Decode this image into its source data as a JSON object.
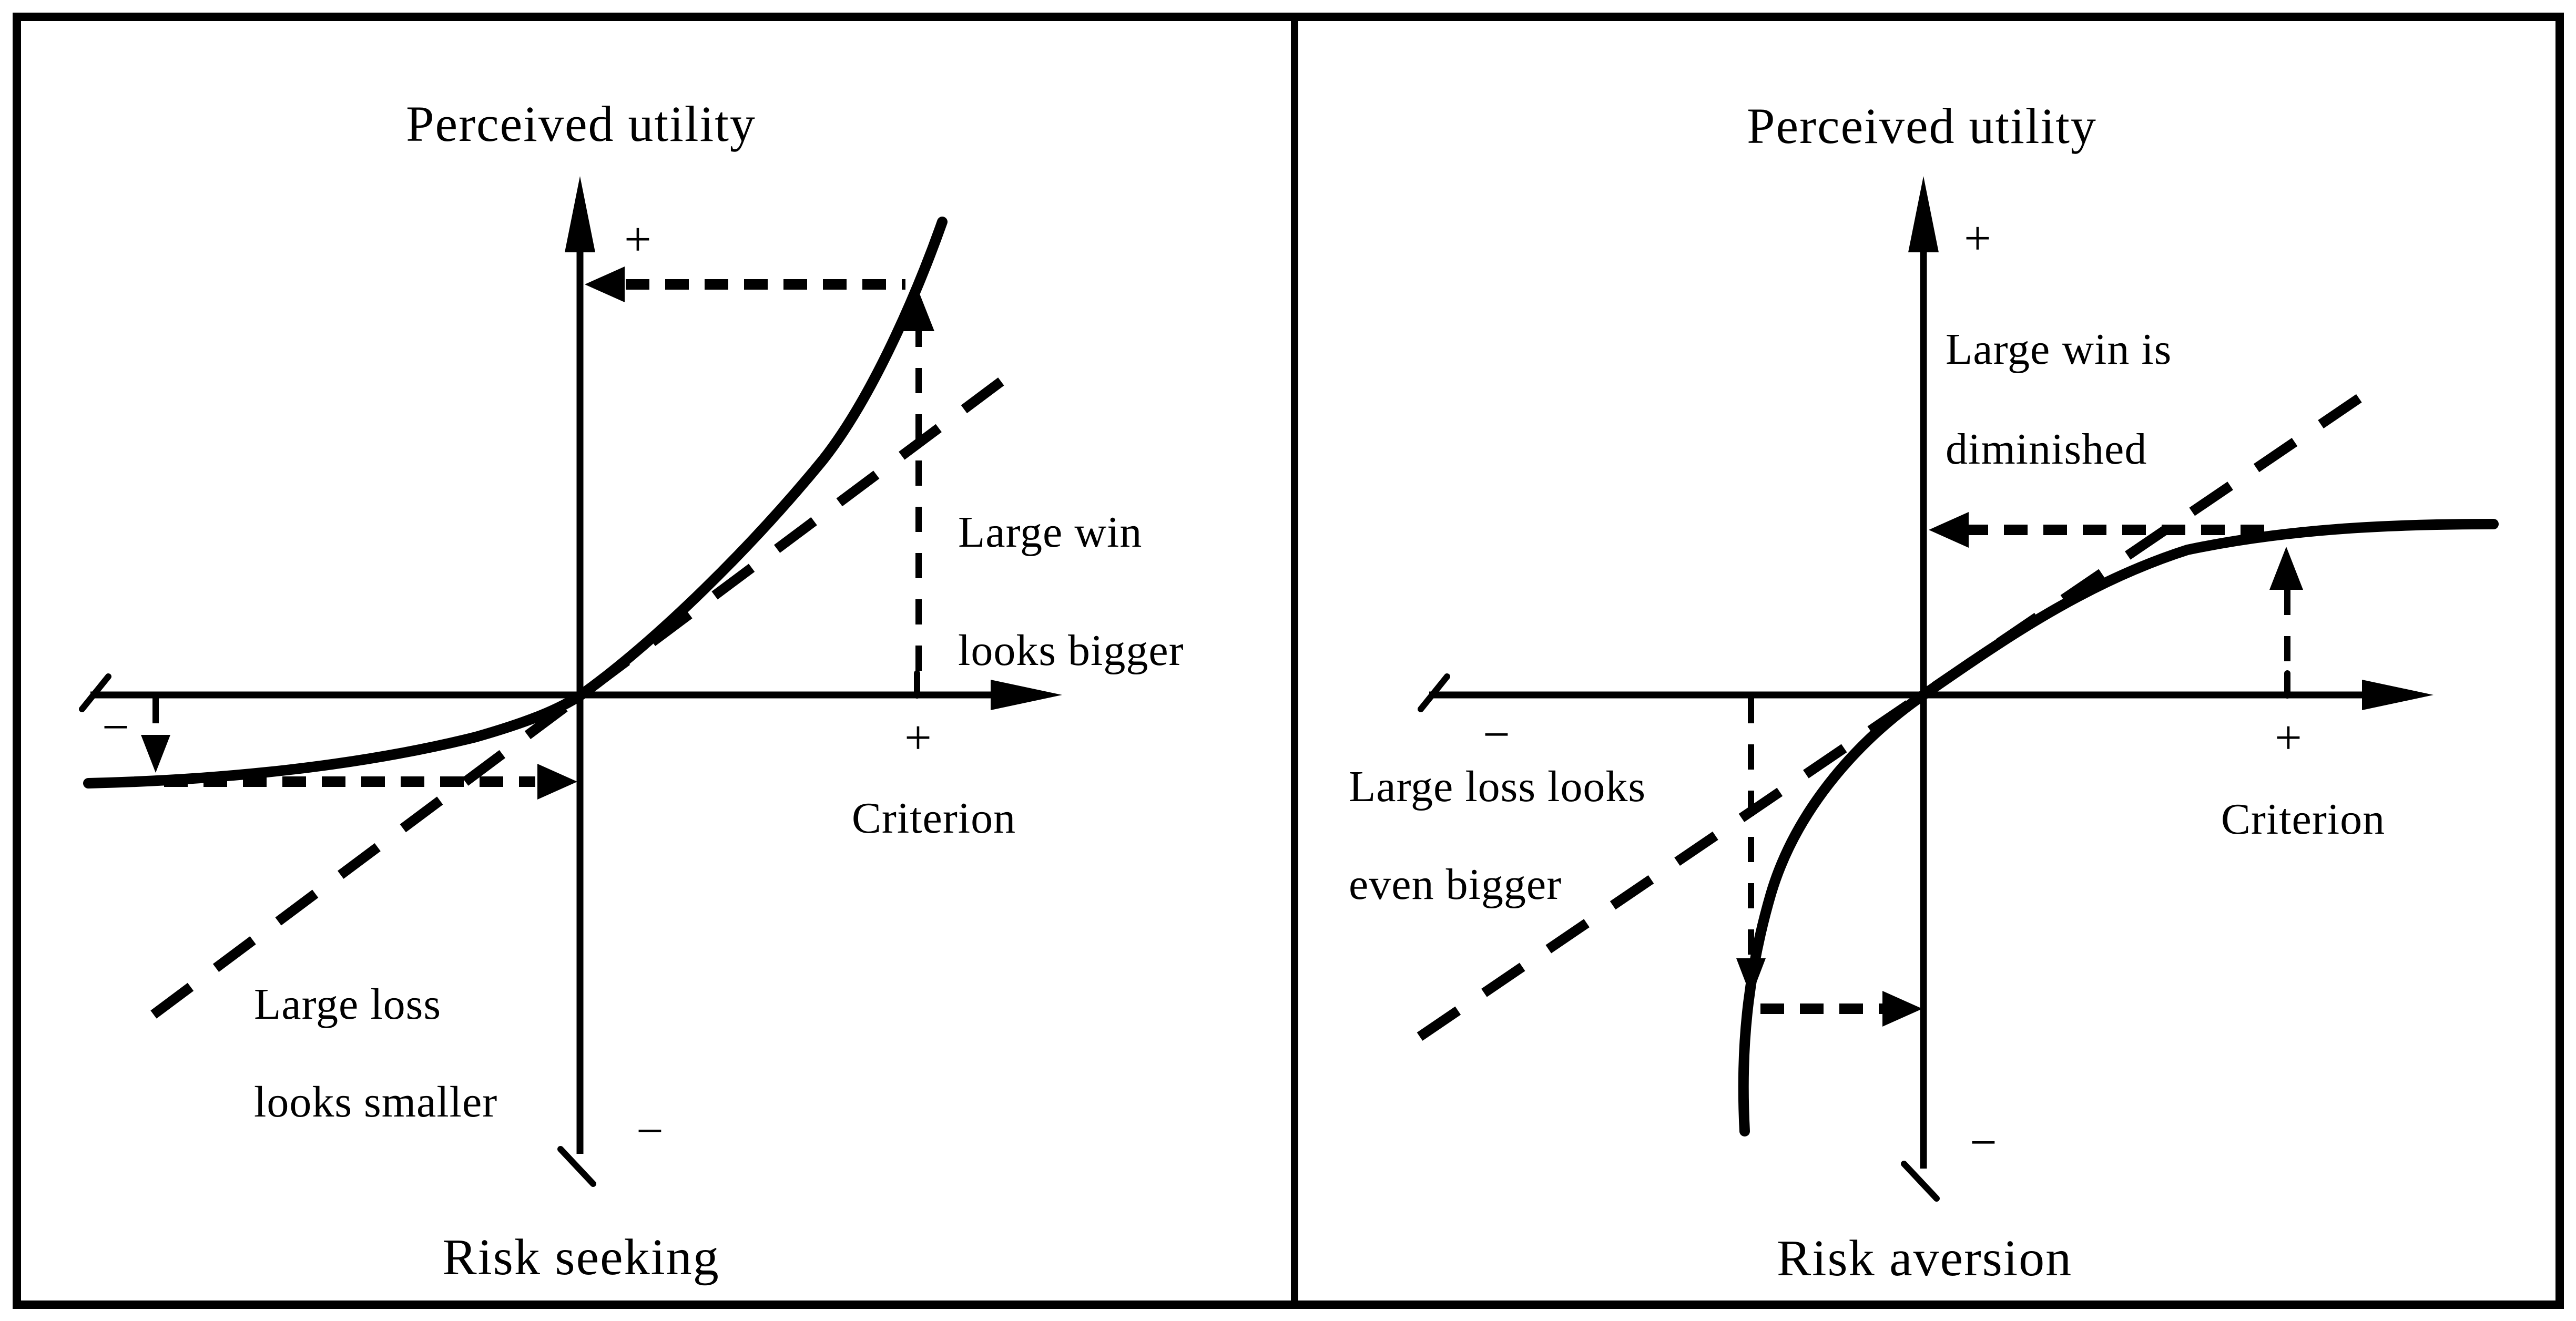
{
  "figure": {
    "ink": "#000000",
    "background": "#ffffff",
    "panels": [
      {
        "title": "Perceived utility",
        "y_plus": "+",
        "y_minus": "−",
        "x_minus": "−",
        "x_plus": "+",
        "x_axis_label": "Criterion",
        "gain_note": [
          "Large win",
          "looks bigger"
        ],
        "loss_note": [
          "Large loss",
          "looks smaller"
        ],
        "caption": "Risk seeking"
      },
      {
        "title": "Perceived utility",
        "y_plus": "+",
        "y_minus": "−",
        "x_minus": "−",
        "x_plus": "+",
        "x_axis_label": "Criterion",
        "gain_note": [
          "Large win is",
          "diminished"
        ],
        "loss_note": [
          "Large loss looks",
          "even bigger"
        ],
        "caption": "Risk aversion"
      }
    ]
  }
}
